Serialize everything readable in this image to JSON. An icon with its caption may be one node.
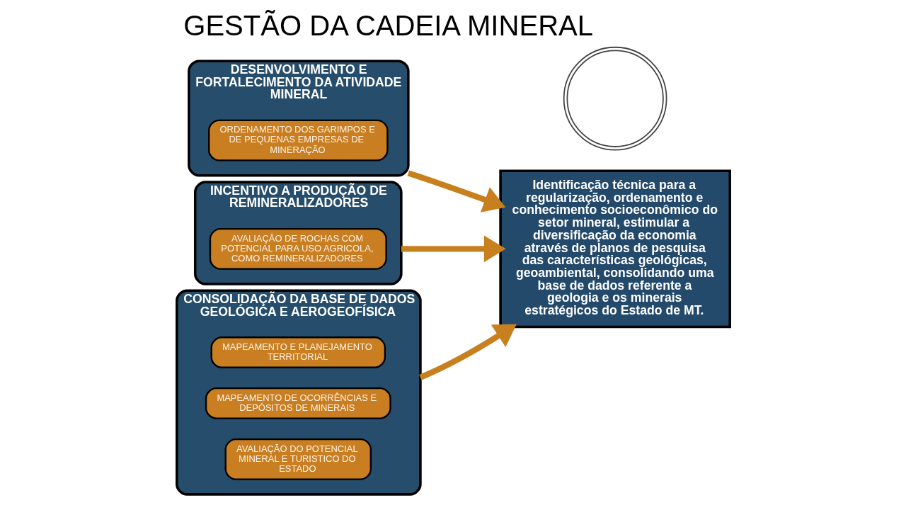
{
  "diagram": {
    "title": "GESTÃO DA CADEIA MINERAL",
    "nodes": [
      {
        "text": [
          "DESENVOLVIMENTO E FORTALECIMENTO DA ATIVIDADE MINERAL"
        ]
      },
      {
        "text": [
          "ORDENAMENTO DOS GARIMPOS E DE PEQUENAS EMPRESAS DE MINERAÇÃO"
        ],
        "in": 0
      },
      {
        "text": [
          "INCENTIVO A PRODUÇÃO DE REMINERALIZADORES"
        ]
      },
      {
        "text": [
          "AVALIAÇÃO DE ROCHAS COM POTENCIAL PARA USO AGRICOLA, COMO REMINERALIZADORES"
        ],
        "in": 2
      },
      {
        "text": [
          "CONSOLIDAÇÃO DA BASE DE DADOS GEOLÓGICA E AEROGEOFÍSICA"
        ]
      },
      {
        "text": [
          "MAPEAMENTO E PLANEJAMENTO TERRITORIAL"
        ],
        "in": 4
      },
      {
        "text": [
          "MAPEAMENTO DE OCORRÊNCIAS E DEPÓSITOS DE MINERAIS"
        ],
        "in": 4
      },
      {
        "text": [
          "AVALIAÇÃO DO POTENCIAL MINERAL E TURISTICO DO ESTADO"
        ],
        "in": 4
      },
      {
        "text": [
          "Identificação técnica para a regularização, ordenamento e conhecimento socioeconômico do setor mineral, estimular a diversificação da economia através de planos de pesquisa das características geológicas, geoambiental, consolidando uma base de dados referente a geologia e os minerais estratégicos do Estado de MT."
        ]
      },
      {
        "text": [],
        "shape": "circle"
      }
    ],
    "edges": [
      {
        "from": 0,
        "to": 8,
        "arrow": "to"
      },
      {
        "from": 2,
        "to": 8,
        "arrow": "to"
      },
      {
        "from": 4,
        "to": 8,
        "arrow": "to"
      }
    ]
  }
}
